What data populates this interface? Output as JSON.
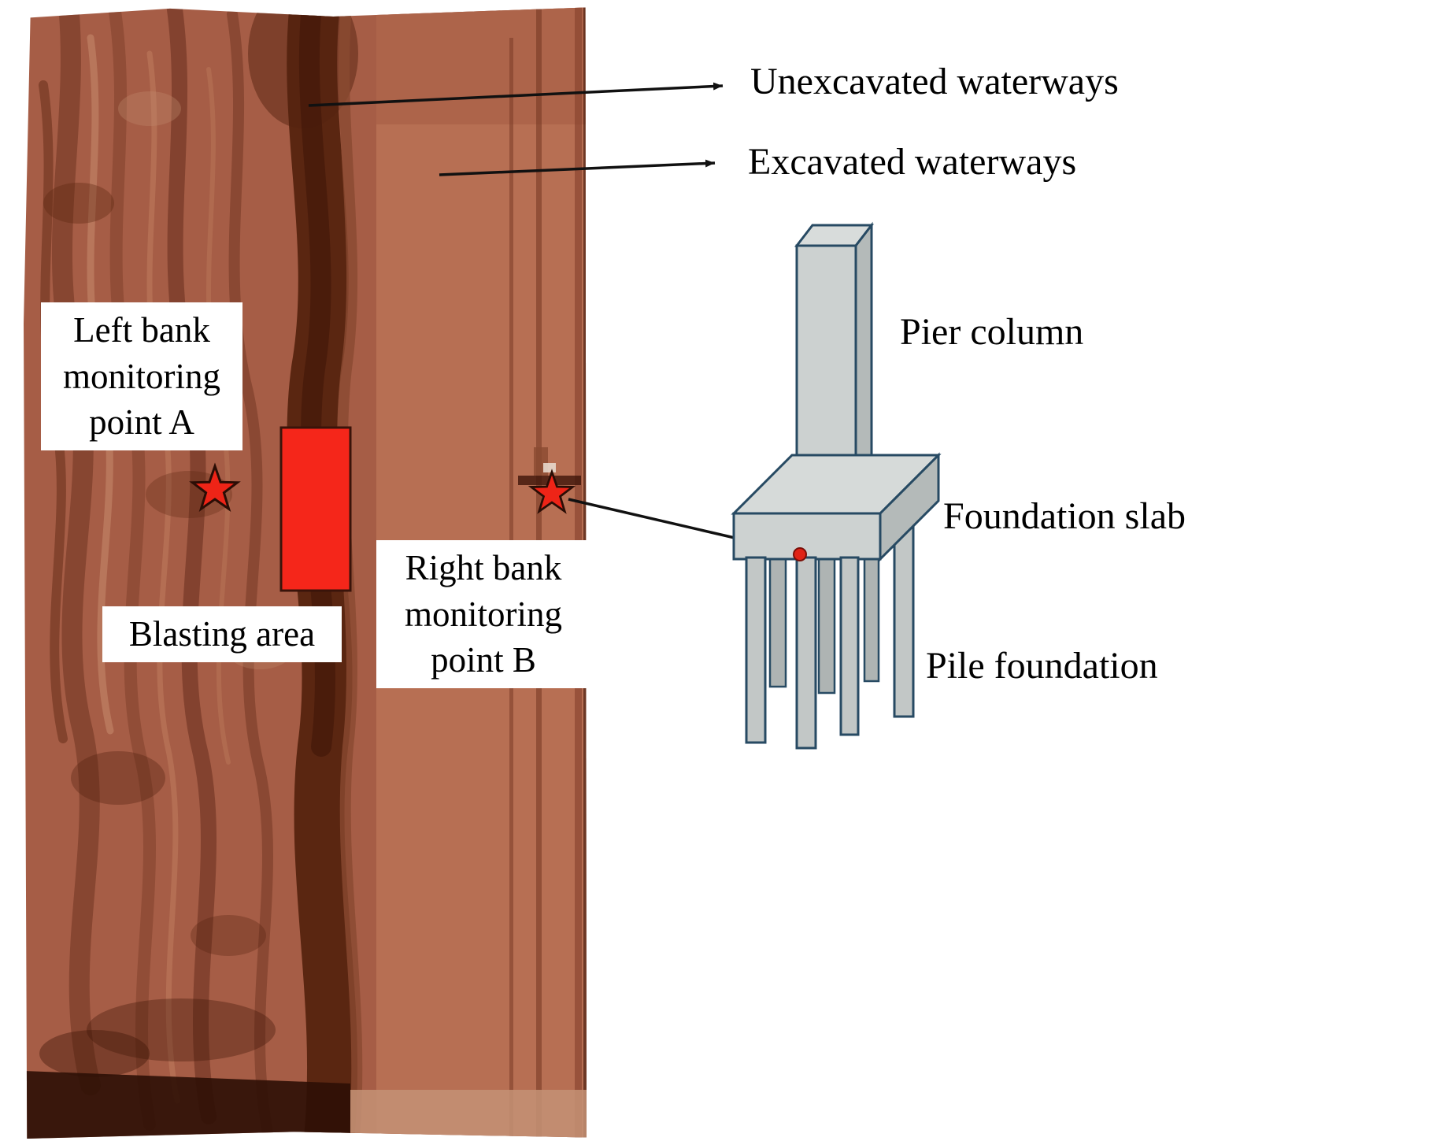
{
  "figure": {
    "waterway_labels": {
      "unexcavated": "Unexcavated waterways",
      "excavated": "Excavated waterways"
    },
    "map_labels": {
      "left_bank": {
        "lines": [
          "Left bank",
          "monitoring",
          "point A"
        ]
      },
      "blasting_area": "Blasting area",
      "right_bank": {
        "lines": [
          "Right bank",
          "monitoring",
          "point B"
        ]
      }
    },
    "structure_labels": {
      "pier_column": "Pier column",
      "foundation_slab": "Foundation slab",
      "pile_foundation": "Pile foundation"
    },
    "colors": {
      "terrain_base": "#a65d46",
      "excavated_band": "#b76f53",
      "waterway_dark": "#55230f",
      "blasting_area_fill": "#f5261a",
      "star_fill": "#ee2417",
      "point_dot_fill": "#e02316",
      "structure_fill": "#ccd1d0",
      "structure_outline": "#274a63",
      "arrow_color": "#111111",
      "text_color": "#000000"
    }
  }
}
